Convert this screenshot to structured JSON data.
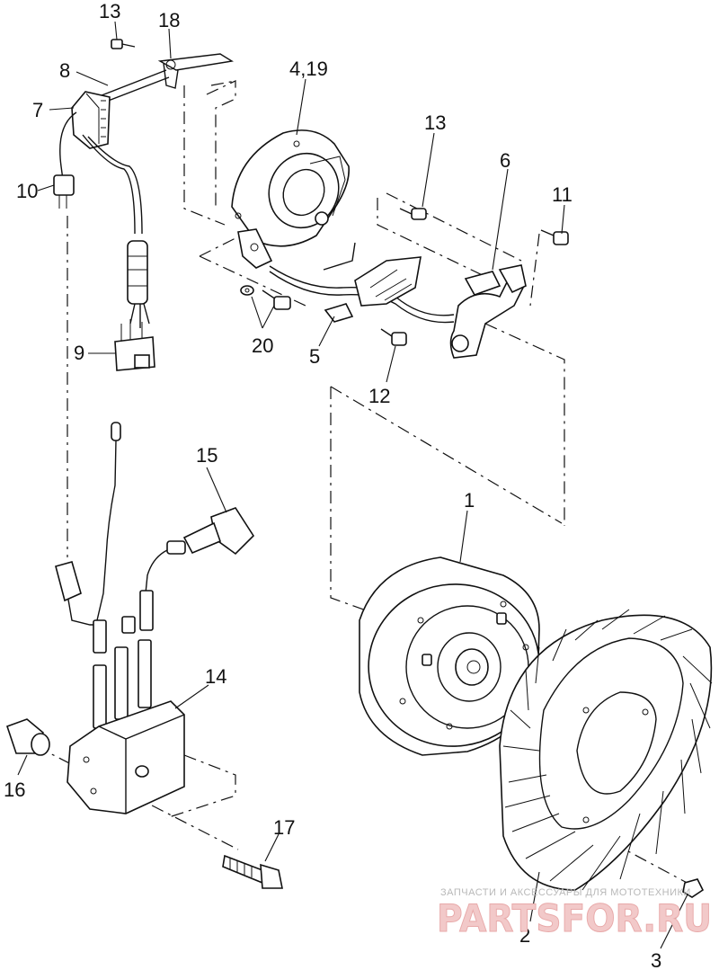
{
  "callouts": {
    "c1": "1",
    "c2": "2",
    "c3": "3",
    "c4_19": "4,19",
    "c5": "5",
    "c6": "6",
    "c7": "7",
    "c8": "8",
    "c9": "9",
    "c10": "10",
    "c11": "11",
    "c12": "12",
    "c13a": "13",
    "c13b": "13",
    "c14": "14",
    "c15": "15",
    "c16": "16",
    "c17": "17",
    "c18": "18",
    "c20": "20"
  },
  "watermark": {
    "tagline": "ЗАПЧАСТИ И АКСЕССУАРЫ ДЛЯ МОТОТЕХНИКИ",
    "brand": "PARTSFOR.RU"
  }
}
